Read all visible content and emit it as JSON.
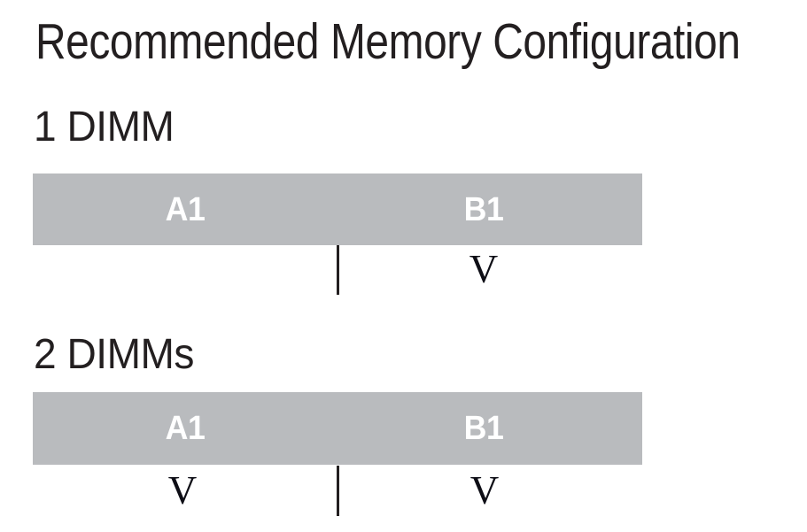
{
  "page": {
    "title": "Recommended Memory Configuration"
  },
  "colors": {
    "bar_gray": "#b9bbbe",
    "text_dark": "#231f20",
    "slot_label_white": "#ffffff",
    "mark_black": "#0e0e16"
  },
  "sections": [
    {
      "heading": "1 DIMM",
      "slots": [
        {
          "label": "A1",
          "mark": ""
        },
        {
          "label": "B1",
          "mark": "V"
        }
      ]
    },
    {
      "heading": "2 DIMMs",
      "slots": [
        {
          "label": "A1",
          "mark": "V"
        },
        {
          "label": "B1",
          "mark": "V"
        }
      ]
    }
  ]
}
